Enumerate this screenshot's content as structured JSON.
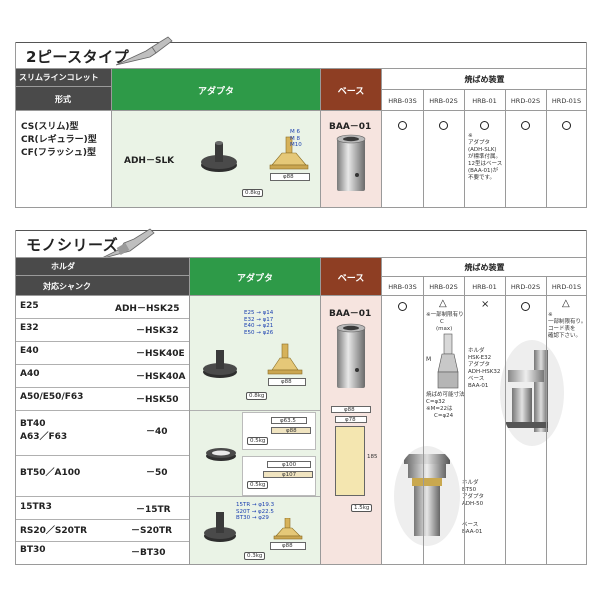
{
  "section1": {
    "title": "2ピースタイプ",
    "collet_label": "スリムラインコレット",
    "type_label": "形式",
    "adapter_header": "アダプタ",
    "base_header": "ベース",
    "fitting_header": "焼ばめ装置",
    "machines": [
      "HRB-03S",
      "HRB-02S",
      "HRB-01",
      "HRD-02S",
      "HRD-01S"
    ],
    "types": [
      "CS(スリム)型",
      "CR(レギュラー)型",
      "CF(フラッシュ)型"
    ],
    "adapter_model": "ADH－SLK",
    "base_model": "BAA－01",
    "thread_dims": [
      "M 6",
      "M 8",
      "M10"
    ],
    "adapter_dim": "φ88",
    "weight": "0.8kg",
    "note_hrb01": [
      "※",
      "アダプタ",
      "(ADH-SLK)",
      "が標準付属。",
      "12型はベース",
      "(BAA-01)が",
      "不要です。"
    ],
    "mark_circle": "○"
  },
  "section2": {
    "title": "モノシリーズ",
    "holder_label": "ホルダ",
    "shank_label": "対応シャンク",
    "adapter_header": "アダプタ",
    "base_header": "ベース",
    "fitting_header": "焼ばめ装置",
    "machines": [
      "HRB-03S",
      "HRB-02S",
      "HRB-01",
      "HRD-02S",
      "HRD-01S"
    ],
    "rows": [
      {
        "shank": "E25",
        "adapter": "ADH－HSK25"
      },
      {
        "shank": "E32",
        "adapter": "－HSK32"
      },
      {
        "shank": "E40",
        "adapter": "－HSK40E"
      },
      {
        "shank": "A40",
        "adapter": "－HSK40A"
      },
      {
        "shank": "A50/E50/F63",
        "adapter": "－HSK50"
      },
      {
        "shank": "BT40\nA63／F63",
        "adapter": "－40"
      },
      {
        "shank": "BT50／A100",
        "adapter": "－50"
      },
      {
        "shank": "15TR3",
        "adapter": "－15TR"
      },
      {
        "shank": "RS20／S20TR",
        "adapter": "－S20TR"
      },
      {
        "shank": "BT30",
        "adapter": "－BT30"
      }
    ],
    "base_model": "BAA－01",
    "hsk_dims": [
      "E25 → φ14",
      "E32 → φ17",
      "E40 → φ21",
      "E50 → φ26"
    ],
    "hsk_base_dim": "φ88",
    "weight_hsk": "0.8kg",
    "bt_dim_top": "φ63.5",
    "bt_dim_bottom": "φ88",
    "weight_bt40": "0.5kg",
    "bt50_dim_top": "φ100",
    "bt50_dim_bottom": "φ107",
    "weight_bt50": "0.5kg",
    "tr_dims": [
      "15TR → φ19.3",
      "S20T → φ22.5",
      "BT30 → φ29"
    ],
    "tr_base_dim": "φ88",
    "weight_tr": "0.3kg",
    "base_dim_top": "φ88",
    "base_dim_mid": "φ78",
    "base_height": "185",
    "weight_base": "1.5kg",
    "mark_triangle": "△",
    "mark_cross": "×",
    "mark_circle": "○",
    "note_hrb02_top": [
      "※一部制限有り",
      "C",
      "(max)"
    ],
    "note_hrb02_m": "M",
    "note_hrb02_bottom": [
      "焼ばめ可能寸法",
      "C=φ32",
      "※M=22は",
      "C=φ24"
    ],
    "note_hrb01_labels": [
      "ホルダ",
      "HSK-E32",
      "アダプタ",
      "ADH-HSK32",
      "ベース",
      "BAA-01"
    ],
    "note_hrd01": [
      "※",
      "一部制限有り。",
      "コード表を",
      "確認下さい。"
    ],
    "photo_labels": [
      "ホルダ",
      "BT50",
      "アダプタ",
      "ADH-50",
      "ベース",
      "BAA-01"
    ]
  }
}
